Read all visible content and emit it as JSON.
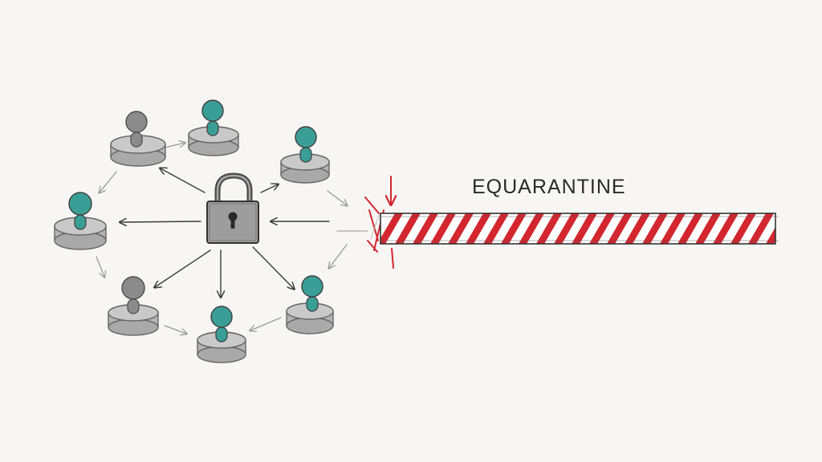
{
  "diagram": {
    "label": "EQUARANTINE",
    "colors": {
      "paper": "#f7f6f4",
      "pencil": "#4a4a4a",
      "teal": "#3a9e96",
      "gray_node": "#8d8d8d",
      "red_stripe": "#d3262e"
    },
    "center_icon": "padlock-icon",
    "nodes": [
      {
        "id": "node-top-left",
        "status": "compromised"
      },
      {
        "id": "node-top",
        "status": "active"
      },
      {
        "id": "node-top-right",
        "status": "active"
      },
      {
        "id": "node-left",
        "status": "active"
      },
      {
        "id": "node-bottom-left",
        "status": "compromised"
      },
      {
        "id": "node-bottom",
        "status": "active"
      },
      {
        "id": "node-bottom-right",
        "status": "active"
      }
    ],
    "barrier": "quarantine-barrier"
  }
}
